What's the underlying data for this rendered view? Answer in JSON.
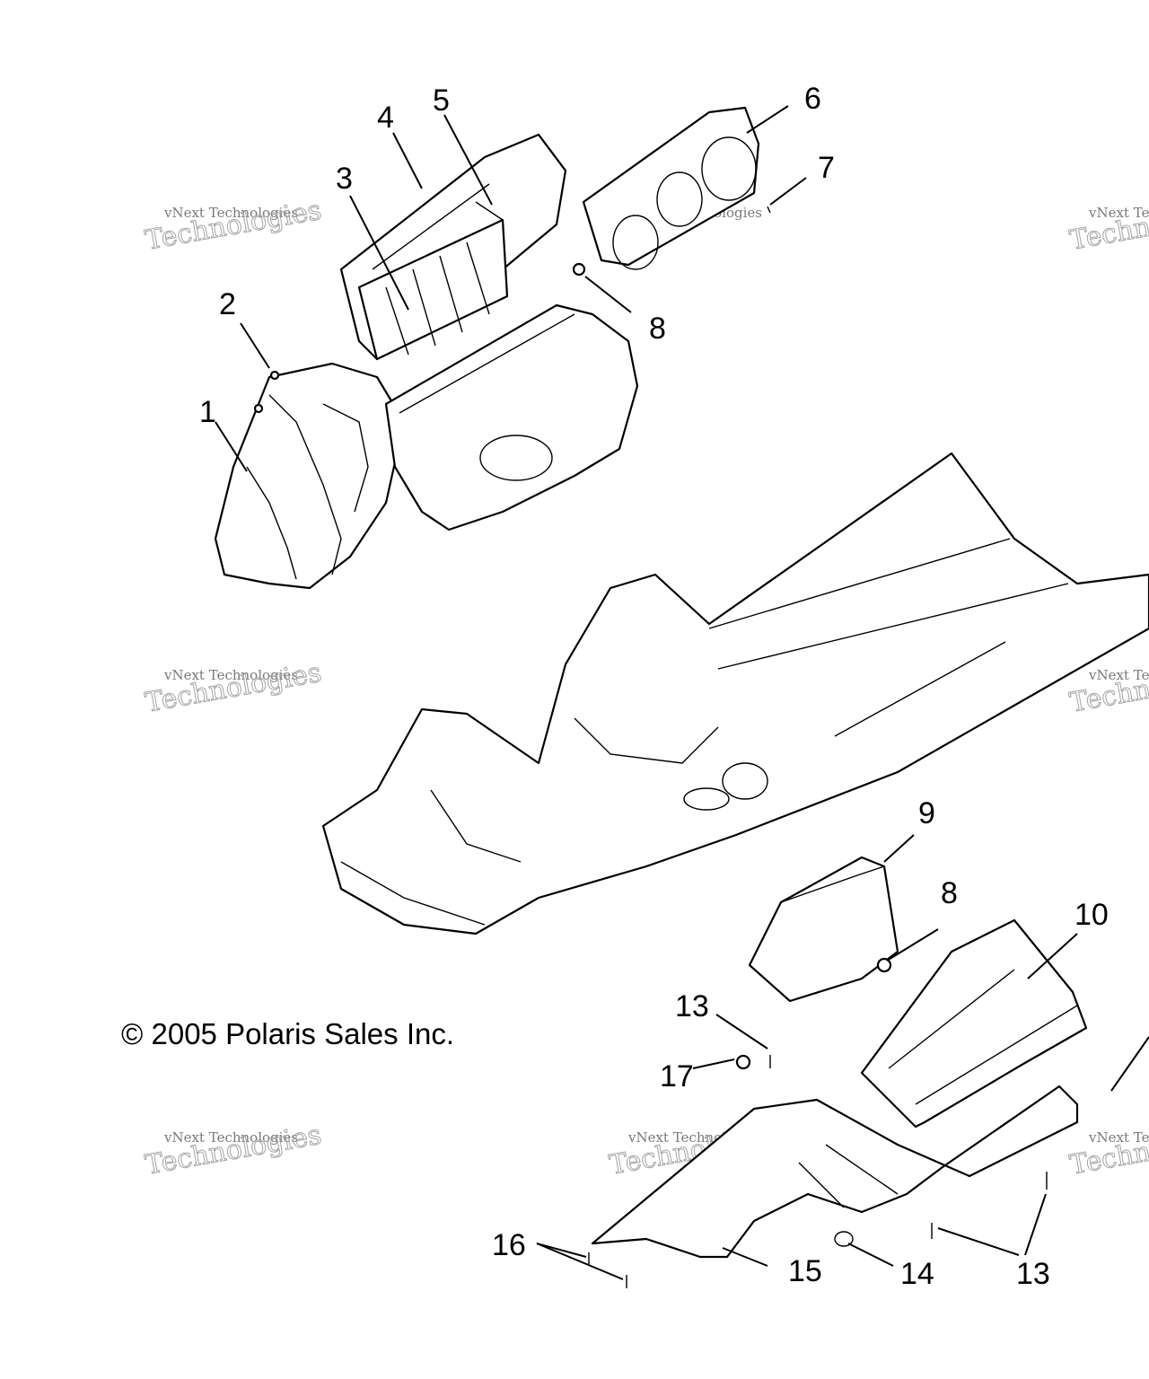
{
  "copyright": "© 2005 Polaris Sales Inc.",
  "watermark": {
    "line1": "vNext Technologies",
    "line2": "vNext",
    "line3": "Technologies"
  },
  "callouts": [
    "1",
    "2",
    "3",
    "4",
    "5",
    "6",
    "7",
    "8",
    "8",
    "9",
    "10",
    "13",
    "13",
    "14",
    "15",
    "16",
    "17"
  ]
}
